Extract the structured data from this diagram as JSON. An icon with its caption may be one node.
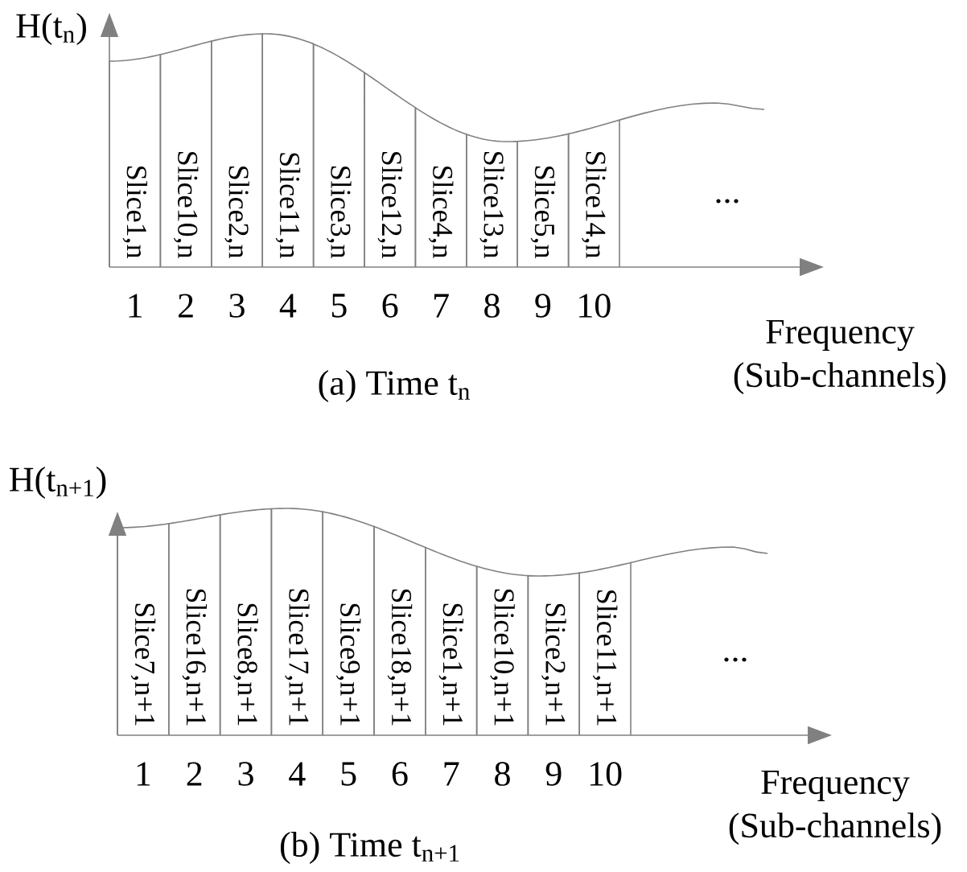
{
  "diagram": {
    "nodes": [
      {
        "text": [
          "Slice1,n"
        ]
      },
      {
        "text": [
          "Slice10,n"
        ]
      },
      {
        "text": [
          "Slice2,n"
        ]
      },
      {
        "text": [
          "Slice11,n"
        ]
      },
      {
        "text": [
          "Slice3,n"
        ]
      },
      {
        "text": [
          "Slice12,n"
        ]
      },
      {
        "text": [
          "Slice4,n"
        ]
      },
      {
        "text": [
          "Slice13,n"
        ]
      },
      {
        "text": [
          "Slice5,n"
        ]
      },
      {
        "text": [
          "Slice14,n"
        ]
      },
      {
        "text": [
          "Slice7,n+1"
        ]
      },
      {
        "text": [
          "Slice16,n+1"
        ]
      },
      {
        "text": [
          "Slice8,n+1"
        ]
      },
      {
        "text": [
          "Slice17,n+1"
        ]
      },
      {
        "text": [
          "Slice9,n+1"
        ]
      },
      {
        "text": [
          "Slice18,n+1"
        ]
      },
      {
        "text": [
          "Slice1,n+1"
        ]
      },
      {
        "text": [
          "Slice10,n+1"
        ]
      },
      {
        "text": [
          "Slice2,n+1"
        ]
      },
      {
        "text": [
          "Slice11,n+1"
        ]
      }
    ],
    "labels": [
      "H(t$_{n}$)",
      "1",
      "2",
      "3",
      "4",
      "5",
      "6",
      "7",
      "8",
      "9",
      "10",
      "...",
      "Frequency (Sub-channels)",
      "(a) Time t$_{n}$",
      "H(t$_{n+1}$)",
      "1",
      "2",
      "3",
      "4",
      "5",
      "6",
      "7",
      "8",
      "9",
      "10",
      "...",
      "Frequency (Sub-channels)",
      "(b) Time t$_{n+1}$"
    ]
  }
}
